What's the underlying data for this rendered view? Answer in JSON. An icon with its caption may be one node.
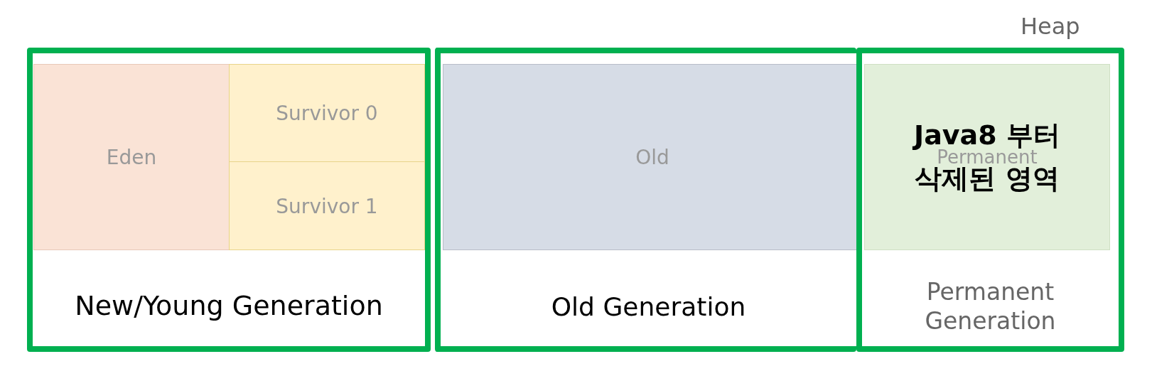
{
  "diagram": {
    "nodes": [
      {
        "text": [
          "New/Young Generation"
        ]
      },
      {
        "text": [
          "Eden"
        ],
        "in": 0
      },
      {
        "text": [
          "Survivor 0"
        ],
        "in": 0
      },
      {
        "text": [
          "Survivor 1"
        ],
        "in": 0
      },
      {
        "text": [
          "Old Generation"
        ]
      },
      {
        "text": [
          "Old"
        ],
        "in": 4
      },
      {
        "text": [
          "Permanent Generation"
        ]
      },
      {
        "text": [
          "Permanent",
          "Java8 부터 삭제된 영역"
        ],
        "in": 6
      }
    ],
    "edges": [],
    "labels": [
      "Heap"
    ]
  }
}
